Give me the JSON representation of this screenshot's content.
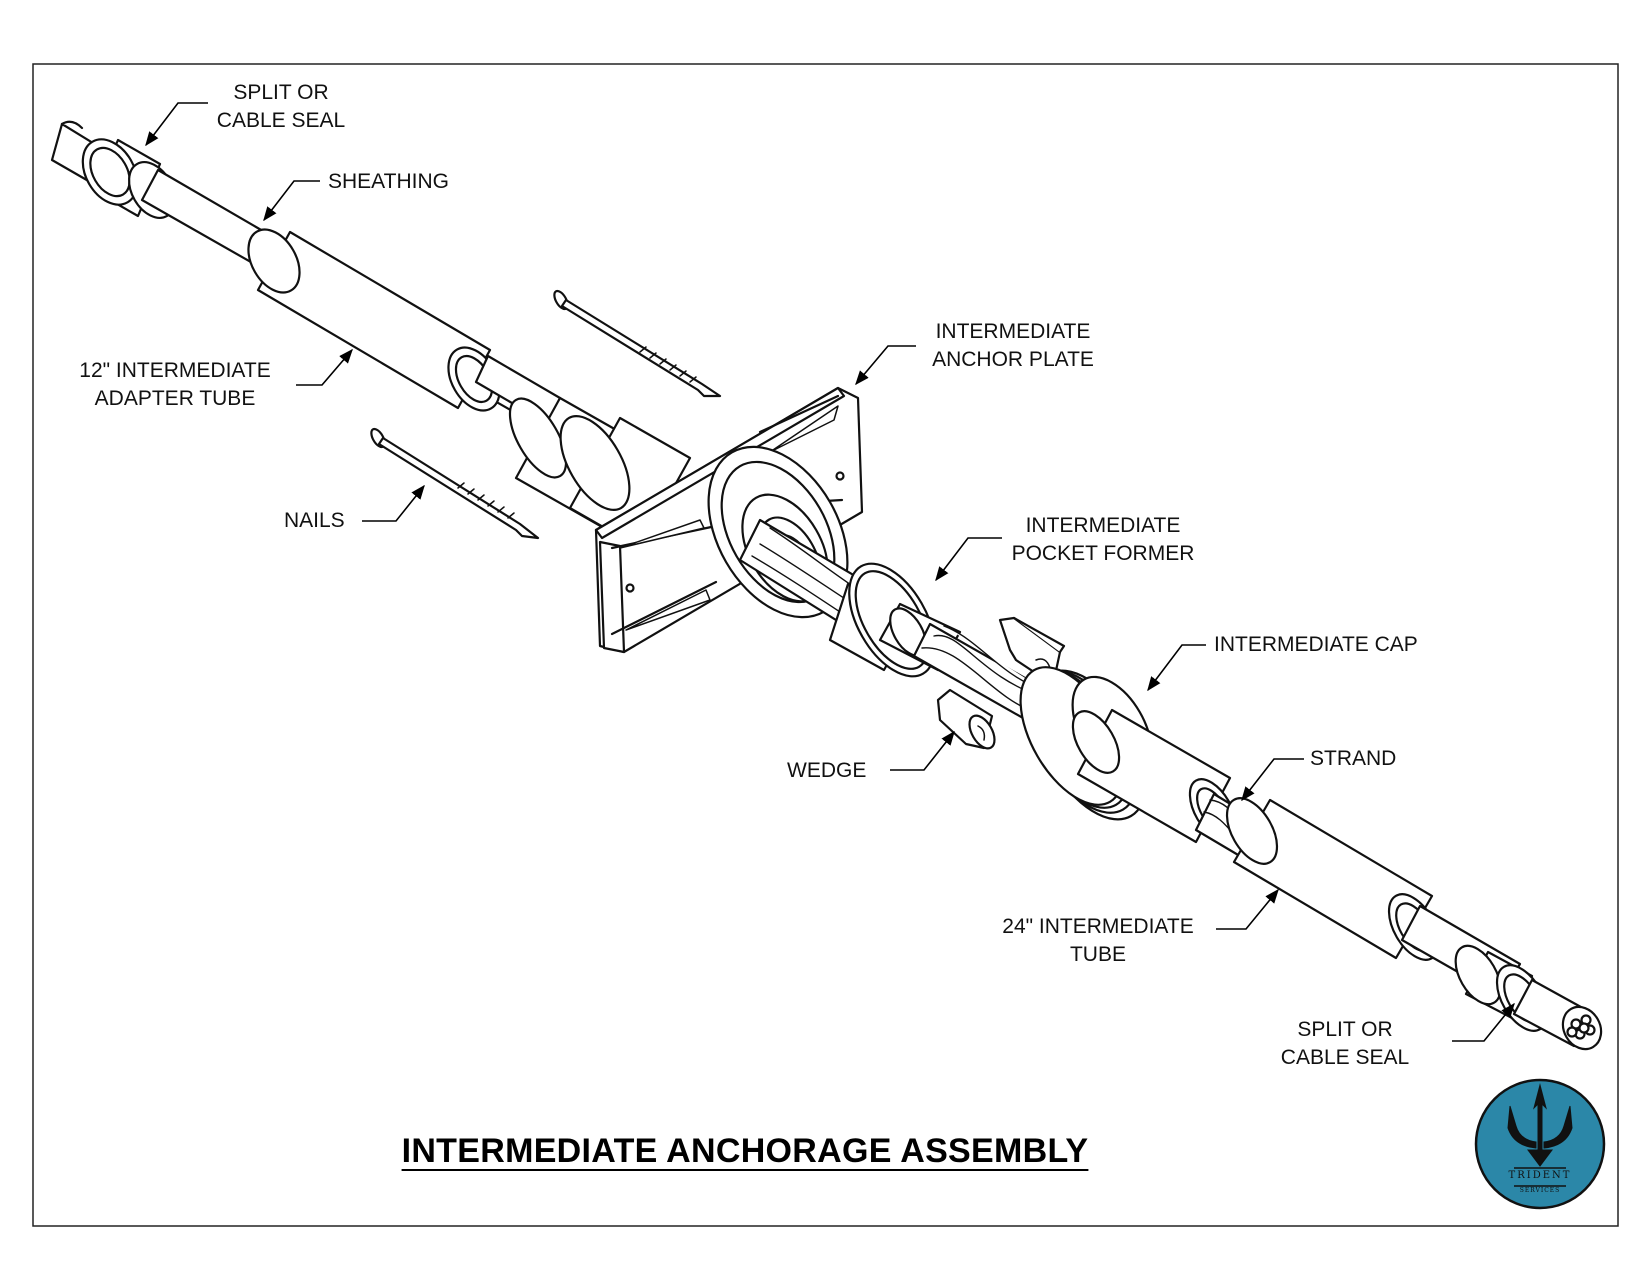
{
  "title": "INTERMEDIATE ANCHORAGE ASSEMBLY",
  "labels": {
    "seal_left": [
      "SPLIT OR",
      "CABLE SEAL"
    ],
    "sheathing": "SHEATHING",
    "adapter_tube": [
      "12\" INTERMEDIATE",
      "ADAPTER TUBE"
    ],
    "nails": "NAILS",
    "anchor_plate": [
      "INTERMEDIATE",
      "ANCHOR PLATE"
    ],
    "pocket_former": [
      "INTERMEDIATE",
      "POCKET FORMER"
    ],
    "cap": "INTERMEDIATE CAP",
    "wedge": "WEDGE",
    "strand": "STRAND",
    "tube_24": [
      "24\" INTERMEDIATE",
      "TUBE"
    ],
    "seal_right": [
      "SPLIT OR",
      "CABLE SEAL"
    ]
  },
  "logo": {
    "name": "TRIDENT",
    "sub": "SERVICES",
    "color": "#2b87a8"
  }
}
